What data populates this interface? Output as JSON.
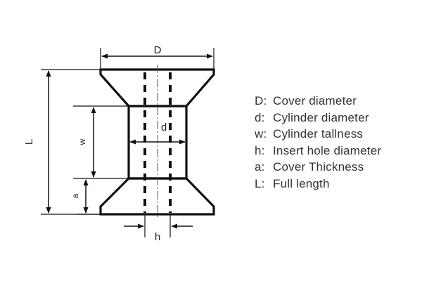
{
  "diagram": {
    "dimension_labels": {
      "D": "D",
      "d": "d",
      "w": "w",
      "h": "h",
      "a": "a",
      "L": "L"
    },
    "legend": [
      {
        "key": "D:",
        "text": "Cover diameter"
      },
      {
        "key": "d:",
        "text": "Cylinder diameter"
      },
      {
        "key": "w:",
        "text": "Cylinder tallness"
      },
      {
        "key": "h:",
        "text": "Insert hole diameter"
      },
      {
        "key": "a:",
        "text": "Cover Thickness"
      },
      {
        "key": "L:",
        "text": "Full length"
      }
    ],
    "colors": {
      "line": "#111111",
      "text": "#333333"
    }
  }
}
